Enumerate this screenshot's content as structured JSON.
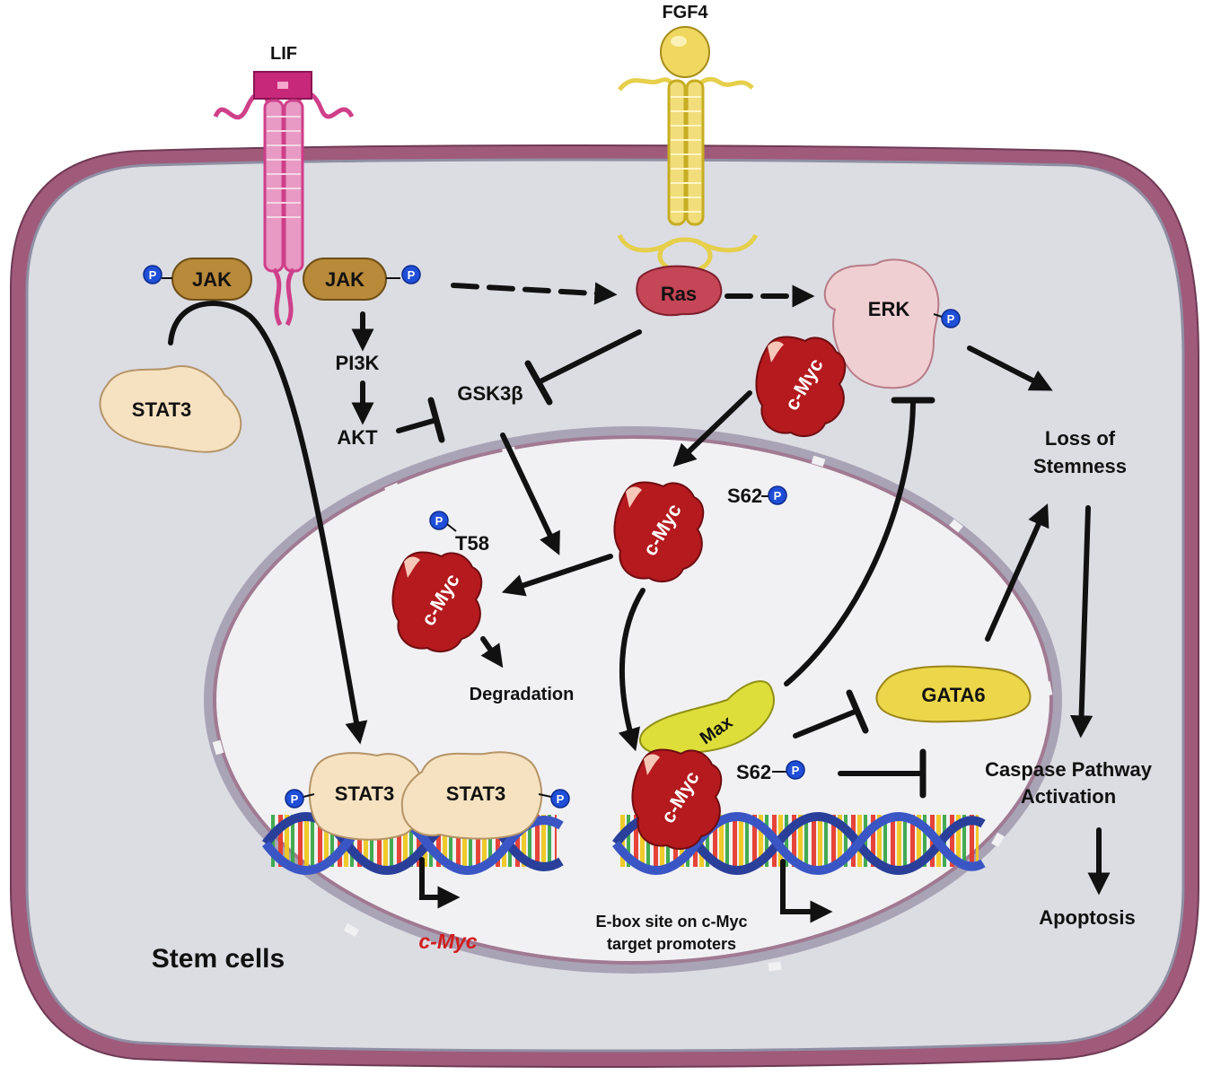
{
  "labels": {
    "lif": "LIF",
    "fgf4": "FGF4",
    "jak_left": "JAK",
    "jak_right": "JAK",
    "ras": "Ras",
    "erk": "ERK",
    "stat3_cyto": "STAT3",
    "pi3k": "PI3K",
    "akt": "AKT",
    "gsk3b": "GSK3β",
    "cmyc_erk": "c-Myc",
    "cmyc_s62": "c-Myc",
    "s62_top": "S62",
    "t58": "T58",
    "cmyc_t58": "c-Myc",
    "degradation": "Degradation",
    "max": "Max",
    "cmyc_dna": "c-Myc",
    "s62_bottom": "S62",
    "gata6": "GATA6",
    "stat3_dimer_left": "STAT3",
    "stat3_dimer_right": "STAT3",
    "cmyc_gene": "c-Myc",
    "ebox_line1": "E-box site on c-Myc",
    "ebox_line2": "target promoters",
    "loss_line1": "Loss of",
    "loss_line2": "Stemness",
    "caspase_line1": "Caspase Pathway",
    "caspase_line2": "Activation",
    "apoptosis": "Apoptosis",
    "stem_cells": "Stem cells",
    "phospho": "P"
  },
  "colors": {
    "cell_membrane": "#a05a7a",
    "cytoplasm": "#dcdce3",
    "nucleus": "#f1f1f3",
    "cmyc": "#b41a1e",
    "jak": "#b98a3a",
    "ras": "#c54656",
    "erk": "#f0cfd2",
    "stat3": "#f6e2c0",
    "max": "#dede3a",
    "gata6": "#ecd64a",
    "phospho": "#1f4fd8",
    "lif_receptor": "#cf3f8a",
    "fgf_receptor": "#e6cf4a",
    "gene_label": "#d21c1c"
  }
}
